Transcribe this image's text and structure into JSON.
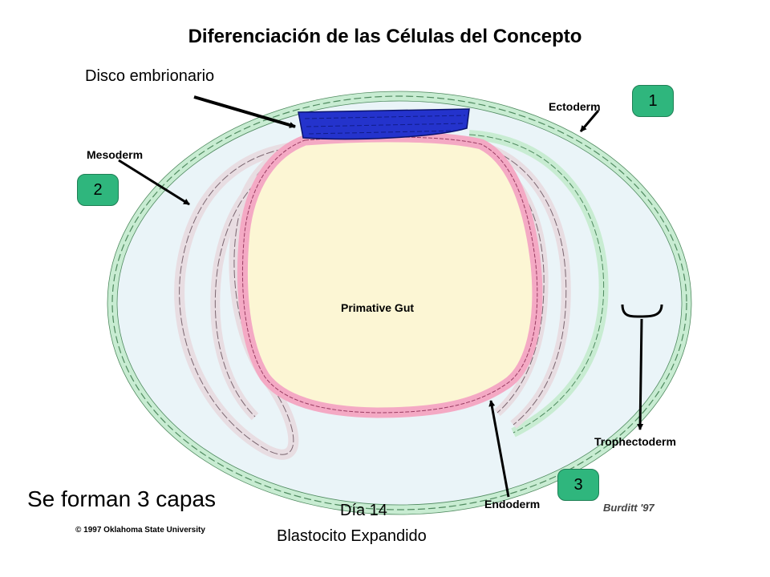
{
  "title": "Diferenciación de las Células del Concepto",
  "labels": {
    "disco_embrionario": "Disco embrionario",
    "ectoderm": "Ectoderm",
    "mesoderm": "Mesoderm",
    "primitive_gut": "Primative Gut",
    "trophectoderm": "Trophectoderm",
    "endoderm": "Endoderm",
    "layers_caption": "Se forman 3 capas",
    "day": "Día 14",
    "stage": "Blastocito Expandido",
    "copyright": "© 1997 Oklahoma State University",
    "artist_signature": "Burditt '97"
  },
  "badges": [
    "1",
    "2",
    "3"
  ],
  "colors": {
    "badge_fill": "#2fb67d",
    "cavity_fill": "#eaf4f8",
    "trophectoderm_cells": "#c8ecd2",
    "mesoderm_cells": "#e8dde2",
    "endoderm_cells": "#f4a9c4",
    "gut_fill": "#fcf6d4",
    "embryonic_disc": "#2433cc"
  }
}
